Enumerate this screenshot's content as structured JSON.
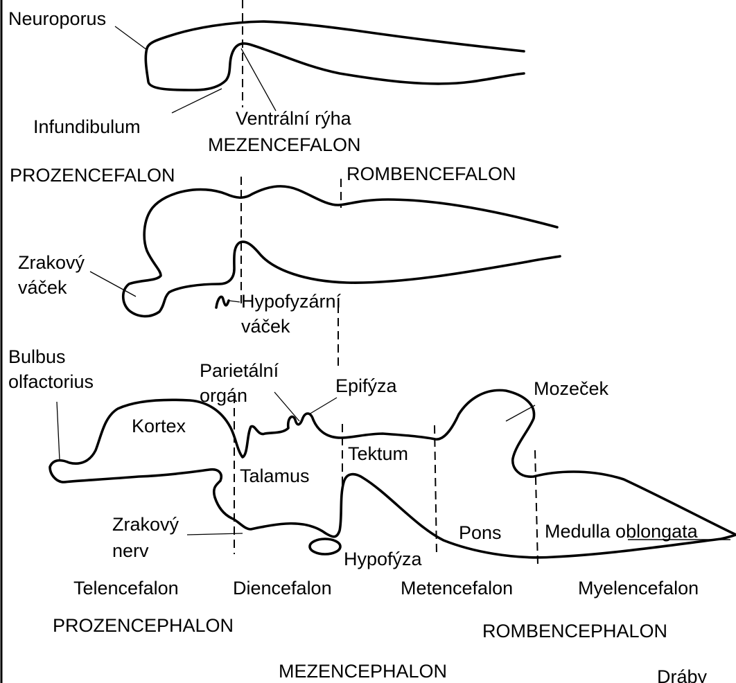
{
  "labels": {
    "neuroporus": "Neuroporus",
    "infundibulum": "Infundibulum",
    "ventralni_ryha": "Ventrální rýha",
    "mezencefalon": "MEZENCEFALON",
    "prozencefalon": "PROZENCEFALON",
    "rombencefalon": "ROMBENCEFALON",
    "zrakovy_vacek_1": "Zrakový",
    "zrakovy_vacek_2": "váček",
    "hypofyzarni_vacek_1": "Hypofyzární",
    "hypofyzarni_vacek_2": "váček",
    "bulbus_1": "Bulbus",
    "bulbus_2": "olfactorius",
    "parietalni_1": "Parietální",
    "parietalni_2": "orgán",
    "epifyza": "Epifýza",
    "mozecek": "Mozeček",
    "kortex": "Kortex",
    "tektum": "Tektum",
    "talamus": "Talamus",
    "zrakovy_nerv_1": "Zrakový",
    "zrakovy_nerv_2": "nerv",
    "pons": "Pons",
    "medulla": "Medulla oblongata",
    "hypofyza": "Hypofýza",
    "telencefalon": "Telencefalon",
    "diencefalon": "Diencefalon",
    "metencefalon": "Metencefalon",
    "myelencefalon": "Myelencefalon",
    "prozencephalon": "PROZENCEPHALON",
    "rombencephalon": "ROMBENCEPHALON",
    "mezencephalon": "MEZENCEPHALON",
    "corner_text": "Dráby"
  }
}
